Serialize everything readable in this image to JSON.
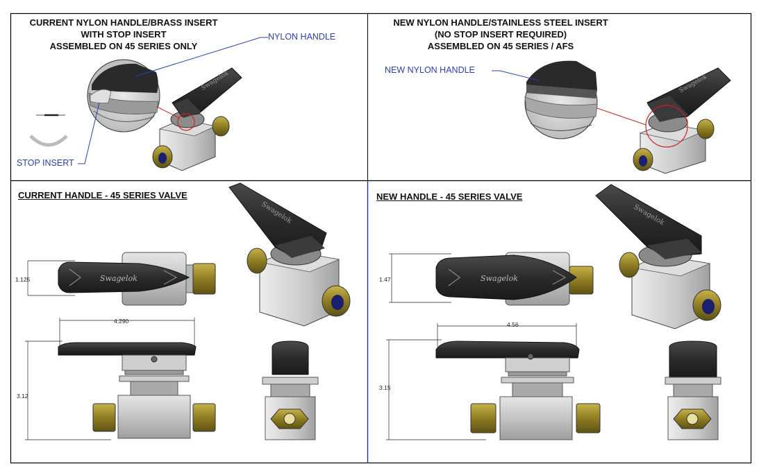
{
  "colors": {
    "frame": "#000000",
    "divider_blue": "#2233aa",
    "leader_blue": "#2a3fb5",
    "leader_red": "#d42020",
    "handle_dark": "#2b2b2b",
    "body_grey": "#c9c9c9",
    "brass": "#9b8a2a"
  },
  "top_left": {
    "title_lines": [
      "CURRENT NYLON HANDLE/BRASS INSERT",
      "WITH STOP INSERT",
      "ASSEMBLED ON 45 SERIES ONLY"
    ],
    "callout_handle": "NYLON HANDLE",
    "callout_insert": "STOP INSERT"
  },
  "top_right": {
    "title_lines": [
      "NEW NYLON HANDLE/STAINLESS STEEL INSERT",
      "(NO STOP INSERT REQUIRED)",
      "ASSEMBLED ON 45 SERIES / AFS"
    ],
    "callout_handle": "NEW NYLON HANDLE"
  },
  "bottom_left": {
    "title": "CURRENT HANDLE - 45 SERIES VALVE",
    "dim_height_top": "1.125",
    "dim_length": "4.290",
    "dim_height_side": "3.12"
  },
  "bottom_right": {
    "title": "NEW HANDLE - 45 SERIES VALVE",
    "dim_height_top": "1.47",
    "dim_length": "4.56",
    "dim_height_side": "3.15"
  }
}
